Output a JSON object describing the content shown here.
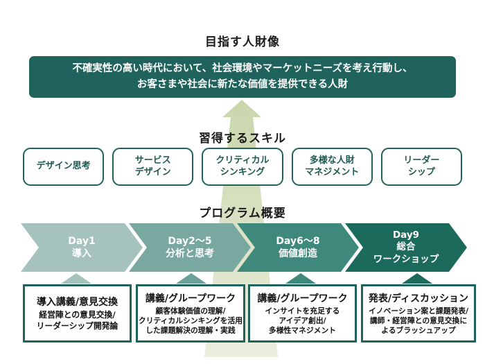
{
  "colors": {
    "teal_dark": "#20635c",
    "phase_1": "#a5c3bc",
    "phase_2": "#78a8a0",
    "phase_3": "#3e897b",
    "phase_4": "#1c6a5b",
    "flow_arrow_top": "#c9d6ab",
    "flow_arrow_bottom": "#ebeedd",
    "skill_text": "#1c5a50",
    "text_dark": "#111111"
  },
  "goal": {
    "title": "目指す人財像",
    "statement_line1": "不確実性の高い時代において、社会環境やマーケットニーズを考え行動し、",
    "statement_line2": "お客さまや社会に新たな価値を提供できる人財"
  },
  "skills": {
    "title": "習得するスキル",
    "items": [
      {
        "line1": "デザイン思考"
      },
      {
        "line1": "サービス",
        "line2": "デザイン"
      },
      {
        "line1": "クリティカル",
        "line2": "シンキング"
      },
      {
        "line1": "多様な人財",
        "line2": "マネジメント"
      },
      {
        "line1": "リーダー",
        "line2": "シップ"
      }
    ]
  },
  "program": {
    "title": "プログラム概要",
    "phases": [
      {
        "day": "Day1",
        "line1": "導入"
      },
      {
        "day": "Day2～5",
        "line1": "分析と思考"
      },
      {
        "day": "Day6～8",
        "line1": "価値創造"
      },
      {
        "day": "Day9",
        "line1": "総合",
        "line2": "ワークショップ"
      }
    ],
    "details": [
      {
        "title": "導入講義/意見交換",
        "line1": "経営陣との意見交換/",
        "line2": "リーダーシップ開発論"
      },
      {
        "title": "講義/グループワーク",
        "line1": "顧客体験価値の理解/",
        "line2": "クリティカルシンキングを活用",
        "line3": "した課題解決の理解・実践"
      },
      {
        "title": "講義/グループワーク",
        "line1": "インサイトを充足する",
        "line2": "アイデア創出/",
        "line3": "多様性マネジメント"
      },
      {
        "title": "発表/ディスカッション",
        "line1": "イノベーション案と課題発表/",
        "line2": "講師・経営陣との意見交換に",
        "line3": "よるブラッシュアップ"
      }
    ]
  }
}
